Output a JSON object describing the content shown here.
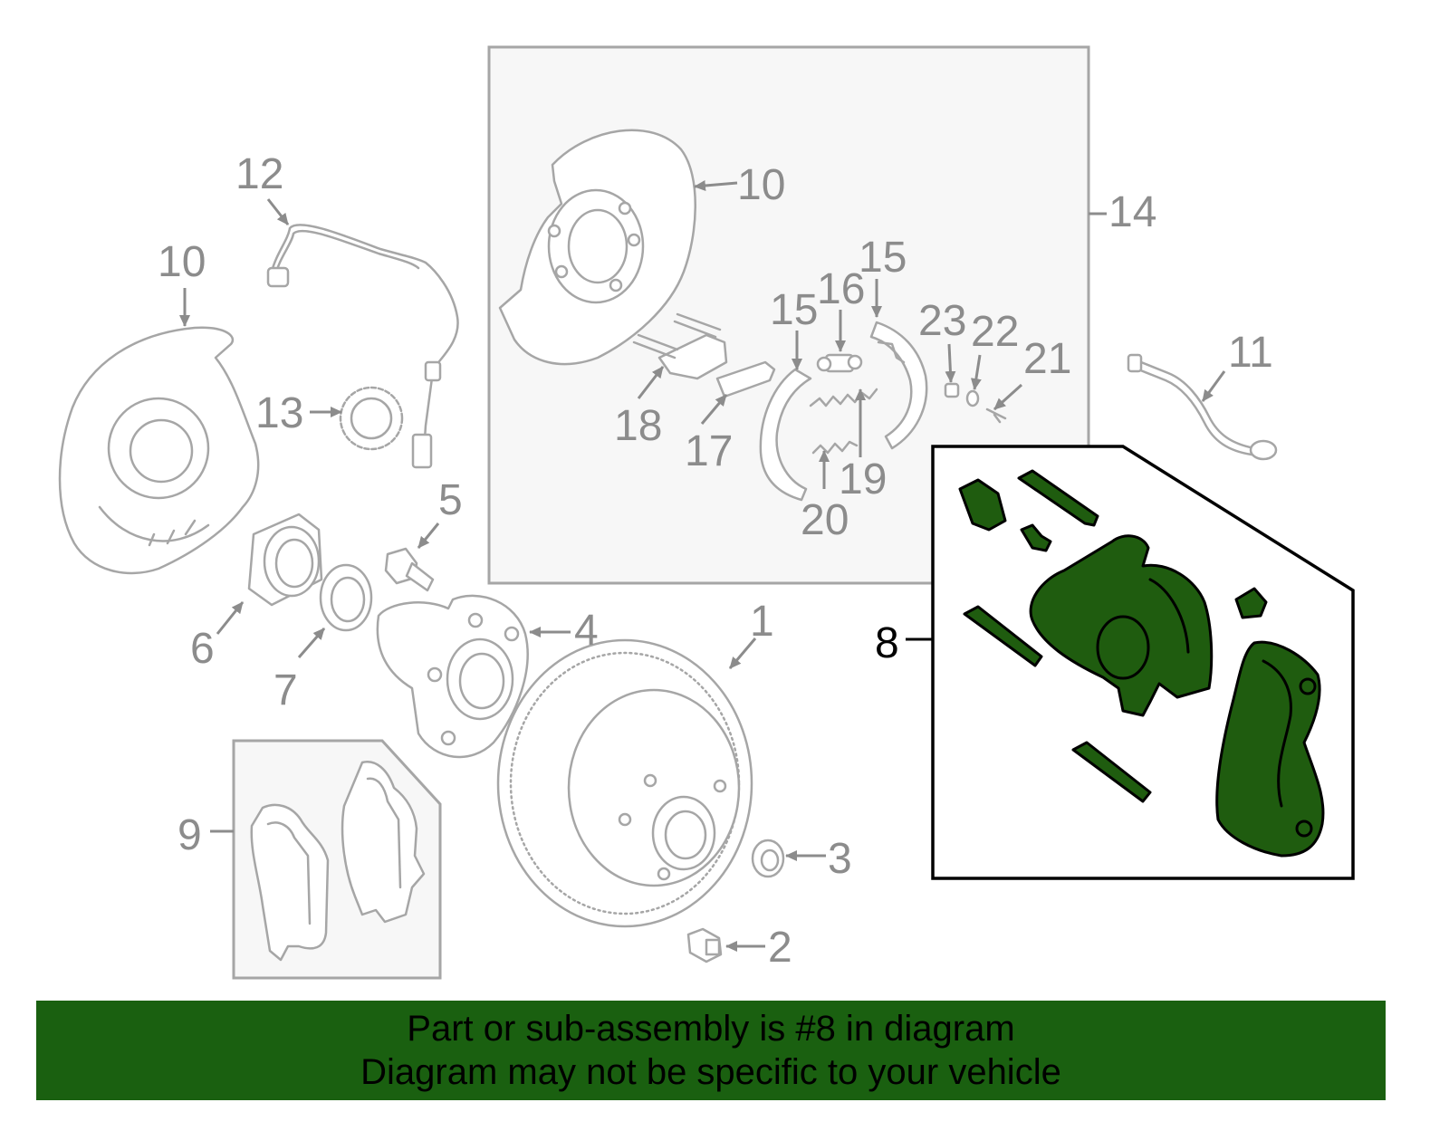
{
  "diagram": {
    "callouts": {
      "c1": "1",
      "c2": "2",
      "c3": "3",
      "c4": "4",
      "c5": "5",
      "c6": "6",
      "c7": "7",
      "c8": "8",
      "c9": "9",
      "c10a": "10",
      "c10b": "10",
      "c11": "11",
      "c12": "12",
      "c13": "13",
      "c14": "14",
      "c15a": "15",
      "c15b": "15",
      "c16": "16",
      "c17": "17",
      "c18": "18",
      "c19": "19",
      "c20": "20",
      "c21": "21",
      "c22": "22",
      "c23": "23"
    },
    "highlight_color": "#1f5c0f"
  },
  "banner": {
    "line1": "Part or sub-assembly is #8 in diagram",
    "line2": "Diagram may not be specific to your vehicle",
    "background": "#1a6010"
  }
}
